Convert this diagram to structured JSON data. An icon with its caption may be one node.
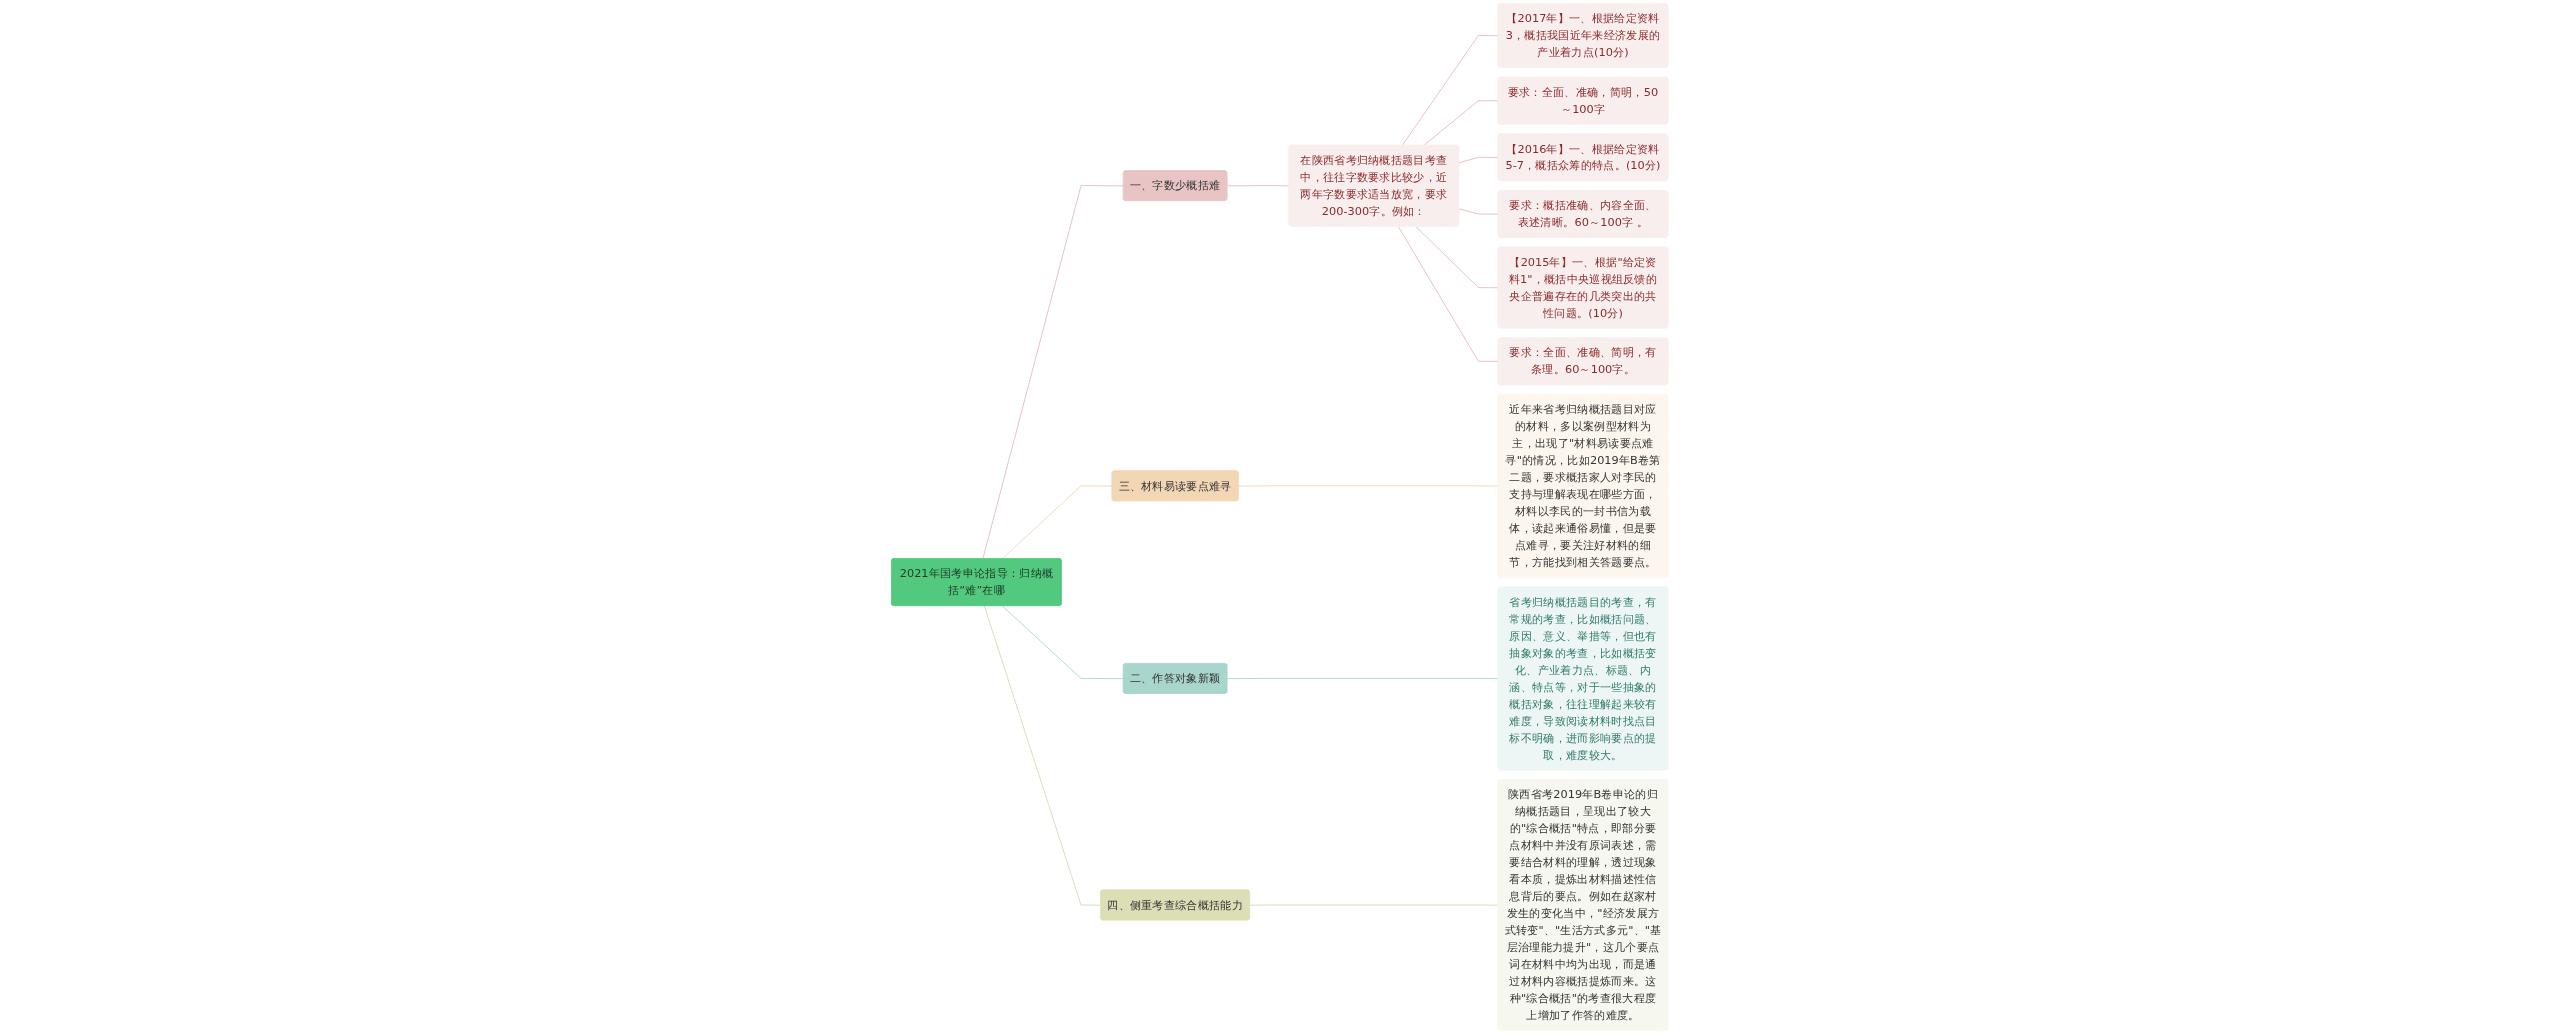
{
  "diagram": {
    "nodes": [
      {
        "text": [
          "2021年国考申论指导：归纳概括“难”在哪"
        ]
      },
      {
        "text": [
          "一、字数少概括难"
        ]
      },
      {
        "text": [
          "在陕西省考归纳概括题目考查中，往往字数要求比较少，近两年字数要求适当放宽，要求200-300字。例如："
        ]
      },
      {
        "text": [
          "【2017年】一、根据给定资料3，概括我国近年来经济发展的产业着力点(10分)"
        ]
      },
      {
        "text": [
          "要求：全面、准确，简明，50～100字"
        ]
      },
      {
        "text": [
          "【2016年】一、根据给定资料5-7，概括众筹的特点。(10分)"
        ]
      },
      {
        "text": [
          "要求：概括准确、内容全面、表述清晰。60～100字 。"
        ]
      },
      {
        "text": [
          "【2015年】一、根据\"给定资料1\"，概括中央巡视组反馈的央企普遍存在的几类突出的共性问题。(10分)"
        ]
      },
      {
        "text": [
          "要求：全面、准确、简明，有条理。60～100字。"
        ]
      },
      {
        "text": [
          "三、材料易读要点难寻"
        ]
      },
      {
        "text": [
          "近年来省考归纳概括题目对应的材料，多以案例型材料为主，出现了\"材料易读要点难寻\"的情况，比如2019年B卷第二题，要求概括家人对李民的支持与理解表现在哪些方面，材料以李民的一封书信为载体，读起来通俗易懂，但是要点难寻，要关注好材料的细节，方能找到相关答题要点。"
        ]
      },
      {
        "text": [
          "二、作答对象新颖"
        ]
      },
      {
        "text": [
          "省考归纳概括题目的考查，有常规的考查，比如概括问题、原因、意义、举措等，但也有抽象对象的考查，比如概括变化、产业着力点、标题、内涵、特点等，对于一些抽象的概括对象，往往理解起来较有难度，导致阅读材料时找点目标不明确，进而影响要点的提取，难度较大。"
        ]
      },
      {
        "text": [
          "四、侧重考查综合概括能力"
        ]
      },
      {
        "text": [
          "陕西省考2019年B卷申论的归纳概括题目，呈现出了较大的\"综合概括\"特点，即部分要点材料中并没有原词表述，需要结合材料的理解，透过现象看本质，提炼出材料描述性信息背后的要点。例如在赵家村发生的变化当中，\"经济发展方式转变\"、\"生活方式多元\"、\"基层治理能力提升\"，这几个要点词在材料中均为出现，而是通过材料内容概括提炼而来。这种\"综合概括\"的考查很大程度上增加了作答的难度。"
        ]
      }
    ],
    "edges": [
      {
        "from": 0,
        "to": 1,
        "arrow": "none"
      },
      {
        "from": 1,
        "to": 2,
        "arrow": "none"
      },
      {
        "from": 2,
        "to": 3,
        "arrow": "none"
      },
      {
        "from": 2,
        "to": 4,
        "arrow": "none"
      },
      {
        "from": 2,
        "to": 5,
        "arrow": "none"
      },
      {
        "from": 2,
        "to": 6,
        "arrow": "none"
      },
      {
        "from": 2,
        "to": 7,
        "arrow": "none"
      },
      {
        "from": 2,
        "to": 8,
        "arrow": "none"
      },
      {
        "from": 0,
        "to": 9,
        "arrow": "none",
        "color": "#f0d3b0"
      },
      {
        "from": 9,
        "to": 10,
        "arrow": "none",
        "color": "#f0d3b0"
      },
      {
        "from": 0,
        "to": 11,
        "arrow": "none",
        "color": "#a8d5cc"
      },
      {
        "from": 11,
        "to": 12,
        "arrow": "none",
        "color": "#a8d5cc"
      },
      {
        "from": 0,
        "to": 13,
        "arrow": "none",
        "color": "#d6dab0"
      },
      {
        "from": 13,
        "to": 14,
        "arrow": "none",
        "color": "#d6dab0"
      }
    ]
  }
}
